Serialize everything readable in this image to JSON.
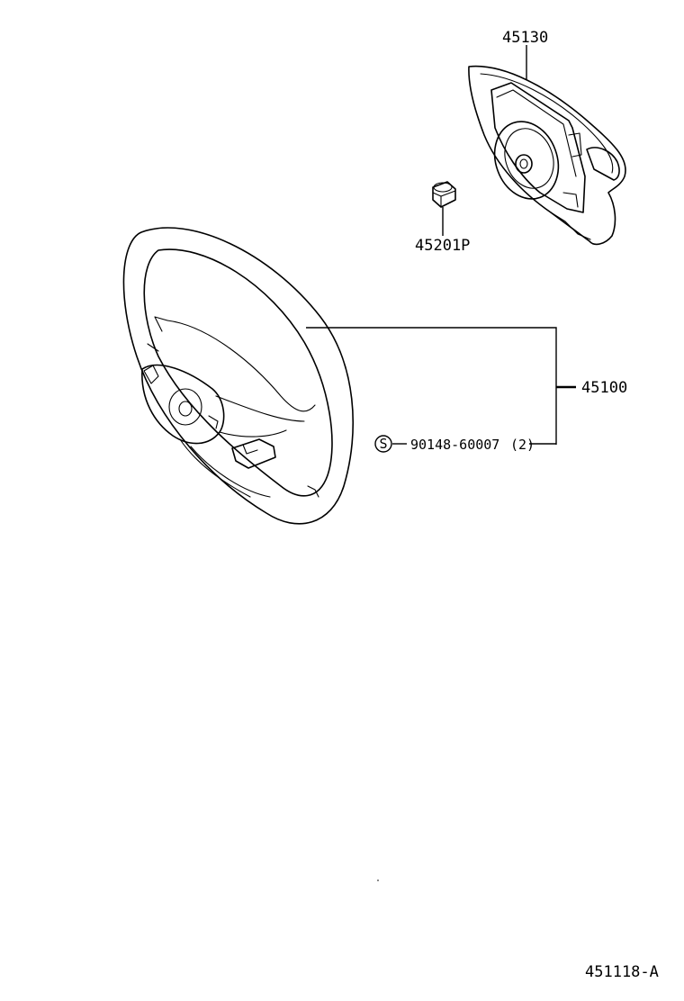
{
  "parts": {
    "airbag_pad": {
      "number": "45130"
    },
    "nut": {
      "number": "45201P"
    },
    "steering_wheel_assy": {
      "number": "45100"
    },
    "screw": {
      "symbol": "S",
      "number": "90148-60007",
      "quantity": "(2)"
    }
  },
  "figure_code": "451118-A",
  "colors": {
    "line": "#000000",
    "background": "#ffffff"
  }
}
